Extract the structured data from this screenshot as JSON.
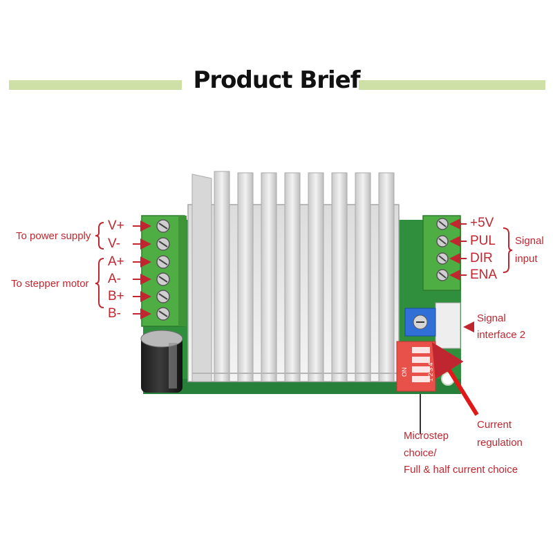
{
  "title": "Product Brief",
  "colors": {
    "accent": "#c0262f",
    "rule": "#cfe0a6",
    "pcb": "#2f8f3c",
    "terminal": "#4fae43"
  },
  "left": {
    "power_label": "To power supply",
    "motor_label": "To stepper motor",
    "pins": [
      "V+",
      "V-",
      "A+",
      "A-",
      "B+",
      "B-"
    ]
  },
  "right": {
    "pins": [
      "+5V",
      "PUL",
      "DIR",
      "ENA"
    ],
    "signal_label": [
      "Signal",
      "input"
    ],
    "interface_label": [
      "Signal",
      "interface 2"
    ]
  },
  "bottom": {
    "current_label": [
      "Current",
      "regulation"
    ],
    "microstep_label": [
      "Microstep",
      "choice/",
      "Full & half current choice"
    ]
  },
  "switch_marks": {
    "on": "ON",
    "numbers": "1 2 3 4"
  }
}
